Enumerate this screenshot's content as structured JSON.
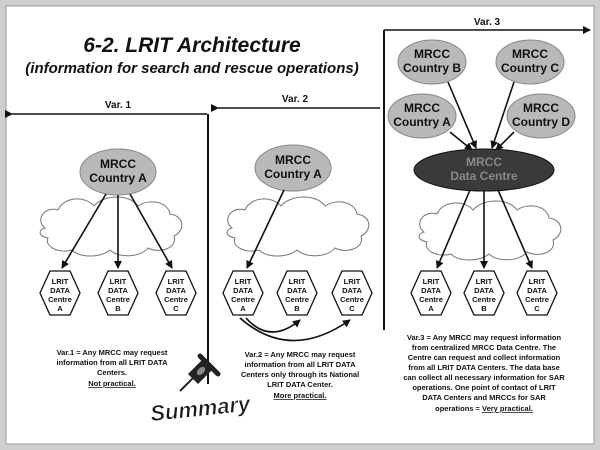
{
  "title": "6-2. LRIT Architecture",
  "subtitle": "(information for search and rescue operations)",
  "variants": [
    {
      "label": "Var. 1",
      "mrcc": [
        {
          "line1": "MRCC",
          "line2": "Country A"
        }
      ],
      "centres": [
        {
          "lines": [
            "LRIT",
            "DATA",
            "Centre",
            "A"
          ]
        },
        {
          "lines": [
            "LRIT",
            "DATA",
            "Centre",
            "B"
          ]
        },
        {
          "lines": [
            "LRIT",
            "DATA",
            "Centre",
            "C"
          ]
        }
      ],
      "note_lines": [
        "Var.1 = Any MRCC may request",
        "information from all LRIT DATA",
        "Centers."
      ],
      "verdict": "Not practical."
    },
    {
      "label": "Var. 2",
      "mrcc": [
        {
          "line1": "MRCC",
          "line2": "Country A"
        }
      ],
      "centres": [
        {
          "lines": [
            "LRIT",
            "DATA",
            "Centre",
            "A"
          ]
        },
        {
          "lines": [
            "LRIT",
            "DATA",
            "Centre",
            "B"
          ]
        },
        {
          "lines": [
            "LRIT",
            "DATA",
            "Centre",
            "C"
          ]
        }
      ],
      "note_lines": [
        "Var.2 = Any MRCC may request",
        "information from all LRIT DATA",
        "Centers only through its National",
        "LRIT DATA Center."
      ],
      "verdict": "More practical."
    },
    {
      "label": "Var. 3",
      "mrcc": [
        {
          "line1": "MRCC",
          "line2": "Country B"
        },
        {
          "line1": "MRCC",
          "line2": "Country C"
        },
        {
          "line1": "MRCC",
          "line2": "Country A"
        },
        {
          "line1": "MRCC",
          "line2": "Country D"
        }
      ],
      "hub": {
        "line1": "MRCC",
        "line2": "Data Centre"
      },
      "centres": [
        {
          "lines": [
            "LRIT",
            "DATA",
            "Centre",
            "A"
          ]
        },
        {
          "lines": [
            "LRIT",
            "DATA",
            "Centre",
            "B"
          ]
        },
        {
          "lines": [
            "LRIT",
            "DATA",
            "Centre",
            "C"
          ]
        }
      ],
      "note_lines": [
        "Var.3 = Any MRCC may request information",
        "from centralized MRCC Data Centre. The",
        "Centre can request and collect information",
        "from all LRIT DATA Centers. The data base",
        "can collect all necessary information for SAR",
        "operations. One point of contact of LRIT",
        "DATA Centers and MRCCs for SAR"
      ],
      "note_last_prefix": "operations = ",
      "verdict": "Very practical."
    }
  ],
  "summary": "Summary",
  "colors": {
    "ellipse": "#b9b9b9",
    "hub": "#3a3a3a",
    "background": "#ffffff",
    "frame": "#cfcfcf"
  }
}
